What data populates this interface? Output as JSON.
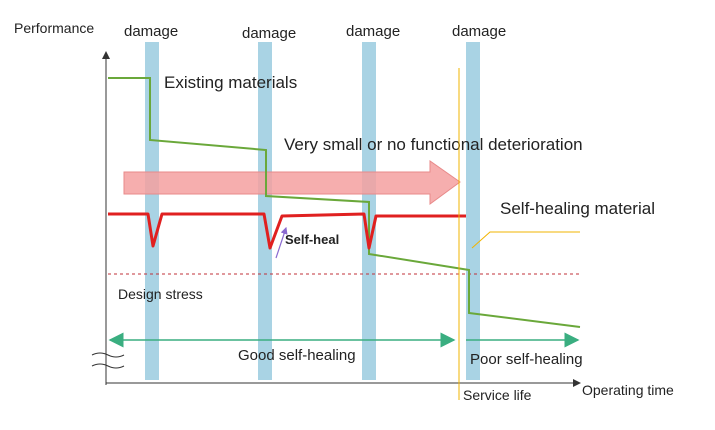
{
  "axes": {
    "y_label": "Performance",
    "x_label": "Operating time"
  },
  "damage_events": {
    "label": "damage",
    "count": 4
  },
  "curves": {
    "existing_label": "Existing materials",
    "existing_color": "#6aa83a",
    "selfhealing_label": "Self-healing material",
    "selfhealing_color": "#e02020"
  },
  "arrow": {
    "label": "Very small or no functional deterioration",
    "color": "#f4a0a0"
  },
  "annotations": {
    "self_heal": "Self-heal",
    "design_stress": "Design stress",
    "good_self_healing": "Good self-healing",
    "poor_self_healing": "Poor self-healing",
    "service_life": "Service life"
  },
  "colors": {
    "damage_band": "#a9d3e4",
    "range_arrow": "#3aae80",
    "service_line": "#f2b400",
    "design_stress_line": "#c0303a"
  }
}
